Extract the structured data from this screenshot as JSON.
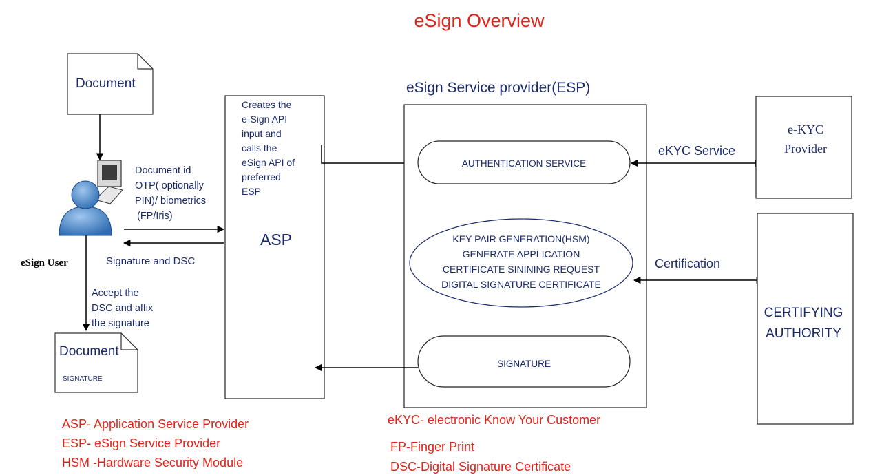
{
  "title": "eSign Overview",
  "document_top": {
    "label": "Document"
  },
  "user": {
    "label": "eSign User"
  },
  "user_to_asp": {
    "lines": [
      "Document id",
      "OTP( optionally",
      "PIN)/ biometrics",
      "(FP/Iris)"
    ]
  },
  "asp_to_user": {
    "label": "Signature and  DSC"
  },
  "accept": {
    "lines": [
      "Accept the",
      "DSC and affix",
      "the signature"
    ]
  },
  "document_bottom": {
    "label": "Document",
    "sub": "SIGNATURE"
  },
  "asp": {
    "desc_lines": [
      "Creates the",
      "e-Sign API",
      "input and",
      "calls the",
      "eSign API of",
      "preferred",
      "ESP"
    ],
    "label": "ASP"
  },
  "esp": {
    "title": "eSign Service provider(ESP)",
    "auth": "AUTHENTICATION SERVICE",
    "keypair_lines": [
      "KEY PAIR GENERATION(HSM)",
      "GENERATE APPLICATION",
      "CERTIFICATE SININING REQUEST",
      "DIGITAL SIGNATURE CERTIFICATE"
    ],
    "signature": "SIGNATURE"
  },
  "ekyc_link": {
    "label": "eKYC Service"
  },
  "ekyc_provider": {
    "lines": [
      "e-KYC",
      "Provider"
    ]
  },
  "cert_link": {
    "label": "Certification"
  },
  "ca": {
    "lines": [
      "CERTIFYING",
      "AUTHORITY"
    ]
  },
  "legend_left": [
    "ASP-  Application Service Provider",
    "ESP- eSign  Service Provider",
    "HSM -Hardware Security Module"
  ],
  "legend_right": [
    "eKYC- electronic Know Your Customer",
    "FP-Finger Print",
    "DSC-Digital Signature Certificate"
  ],
  "colors": {
    "title": "#e2231a",
    "legend": "#e2231a",
    "blue_text": "#1b2a6b",
    "user_icon": "#4a84c9"
  }
}
